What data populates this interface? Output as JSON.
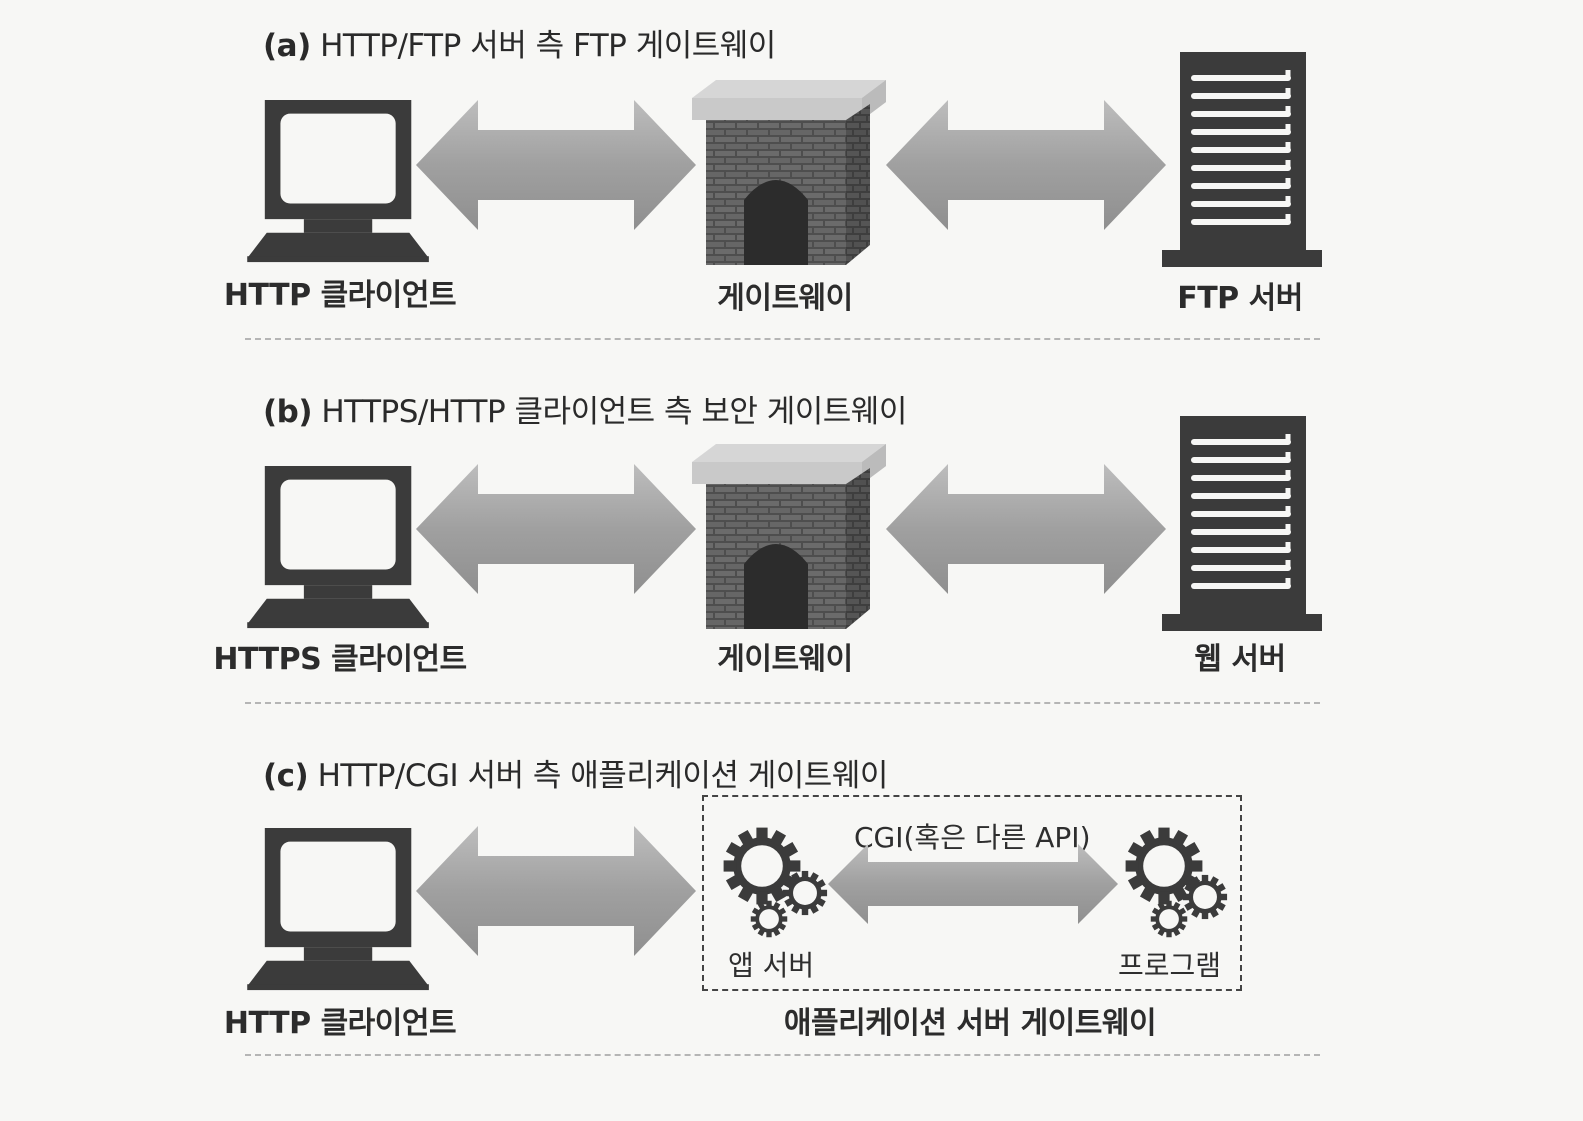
{
  "panels": [
    {
      "tag": "(a)",
      "title": "HTTP/FTP 서버 측 FTP 게이트웨이",
      "client_label": "HTTP 클라이언트",
      "gateway_label": "게이트웨이",
      "server_label": "FTP 서버"
    },
    {
      "tag": "(b)",
      "title": "HTTPS/HTTP 클라이언트 측 보안 게이트웨이",
      "client_label": "HTTPS 클라이언트",
      "gateway_label": "게이트웨이",
      "server_label": "웹 서버"
    },
    {
      "tag": "(c)",
      "title": "HTTP/CGI 서버 측 애플리케이션 게이트웨이",
      "client_label": "HTTP 클라이언트",
      "api_label": "CGI(혹은 다른 API)",
      "app_server_label": "앱 서버",
      "program_label": "프로그램",
      "gateway_box_label": "애플리케이션 서버 게이트웨이"
    }
  ],
  "colors": {
    "icon": "#3b3b3b",
    "arrow": "#a3a3a3",
    "brick": "#5a5a5a",
    "roof": "#d8d8d8"
  },
  "icons": [
    "computer-icon",
    "gateway-icon",
    "server-rack-icon",
    "gears-icon"
  ]
}
